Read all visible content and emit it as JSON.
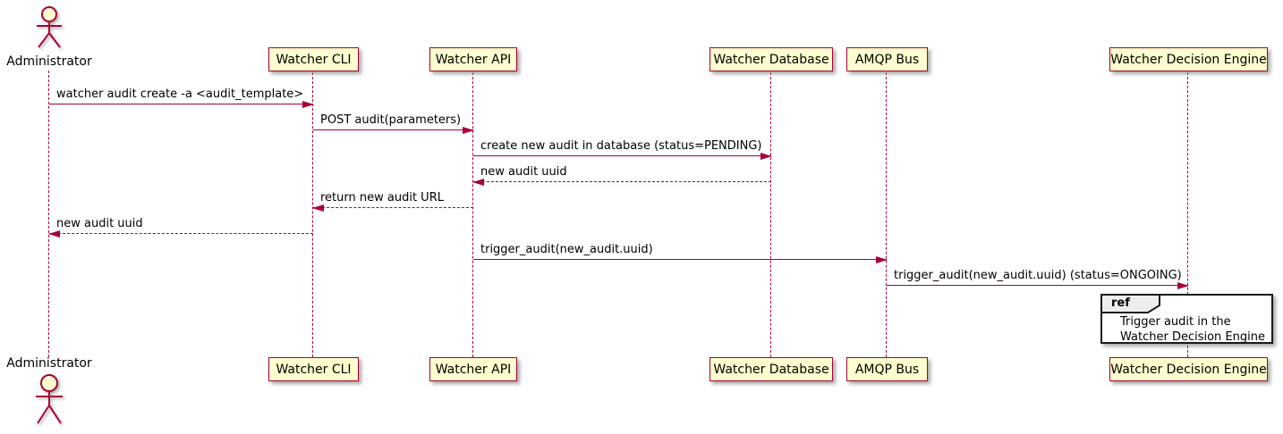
{
  "diagram_type": "sequence-diagram",
  "participants": [
    {
      "name": "Administrator",
      "kind": "actor"
    },
    {
      "name": "Watcher CLI",
      "kind": "participant"
    },
    {
      "name": "Watcher API",
      "kind": "participant"
    },
    {
      "name": "Watcher Database",
      "kind": "participant"
    },
    {
      "name": "AMQP Bus",
      "kind": "participant"
    },
    {
      "name": "Watcher Decision Engine",
      "kind": "participant"
    }
  ],
  "messages": [
    {
      "from": "Administrator",
      "to": "Watcher CLI",
      "label": "watcher audit create -a <audit_template>",
      "line": "solid",
      "direction": "right"
    },
    {
      "from": "Watcher CLI",
      "to": "Watcher API",
      "label": "POST audit(parameters)",
      "line": "solid",
      "direction": "right"
    },
    {
      "from": "Watcher API",
      "to": "Watcher Database",
      "label": "create new audit in database (status=PENDING)",
      "line": "solid",
      "direction": "right"
    },
    {
      "from": "Watcher Database",
      "to": "Watcher API",
      "label": "new audit uuid",
      "line": "dashed",
      "direction": "left"
    },
    {
      "from": "Watcher API",
      "to": "Watcher CLI",
      "label": "return new audit URL",
      "line": "dashed",
      "direction": "left"
    },
    {
      "from": "Watcher CLI",
      "to": "Administrator",
      "label": "new audit uuid",
      "line": "dashed",
      "direction": "left"
    },
    {
      "from": "Watcher API",
      "to": "AMQP Bus",
      "label": "trigger_audit(new_audit.uuid)",
      "line": "solid",
      "direction": "right"
    },
    {
      "from": "AMQP Bus",
      "to": "Watcher Decision Engine",
      "label": "trigger_audit(new_audit.uuid) (status=ONGOING)",
      "line": "solid",
      "direction": "right"
    }
  ],
  "ref_fragment": {
    "keyword": "ref",
    "over": "Watcher Decision Engine",
    "line1": "Trigger audit in the",
    "line2": "Watcher Decision Engine"
  },
  "icons": {
    "actor": "stick-figure"
  },
  "colors": {
    "participant_fill": "#FEFECE",
    "participant_border": "#A80036",
    "lifeline": "#A80036",
    "arrow": "#A80036",
    "text": "#000000",
    "ref_border": "#1A1A1A",
    "ref_tab_fill": "#EEEEEE",
    "background": "#FFFFFF"
  }
}
